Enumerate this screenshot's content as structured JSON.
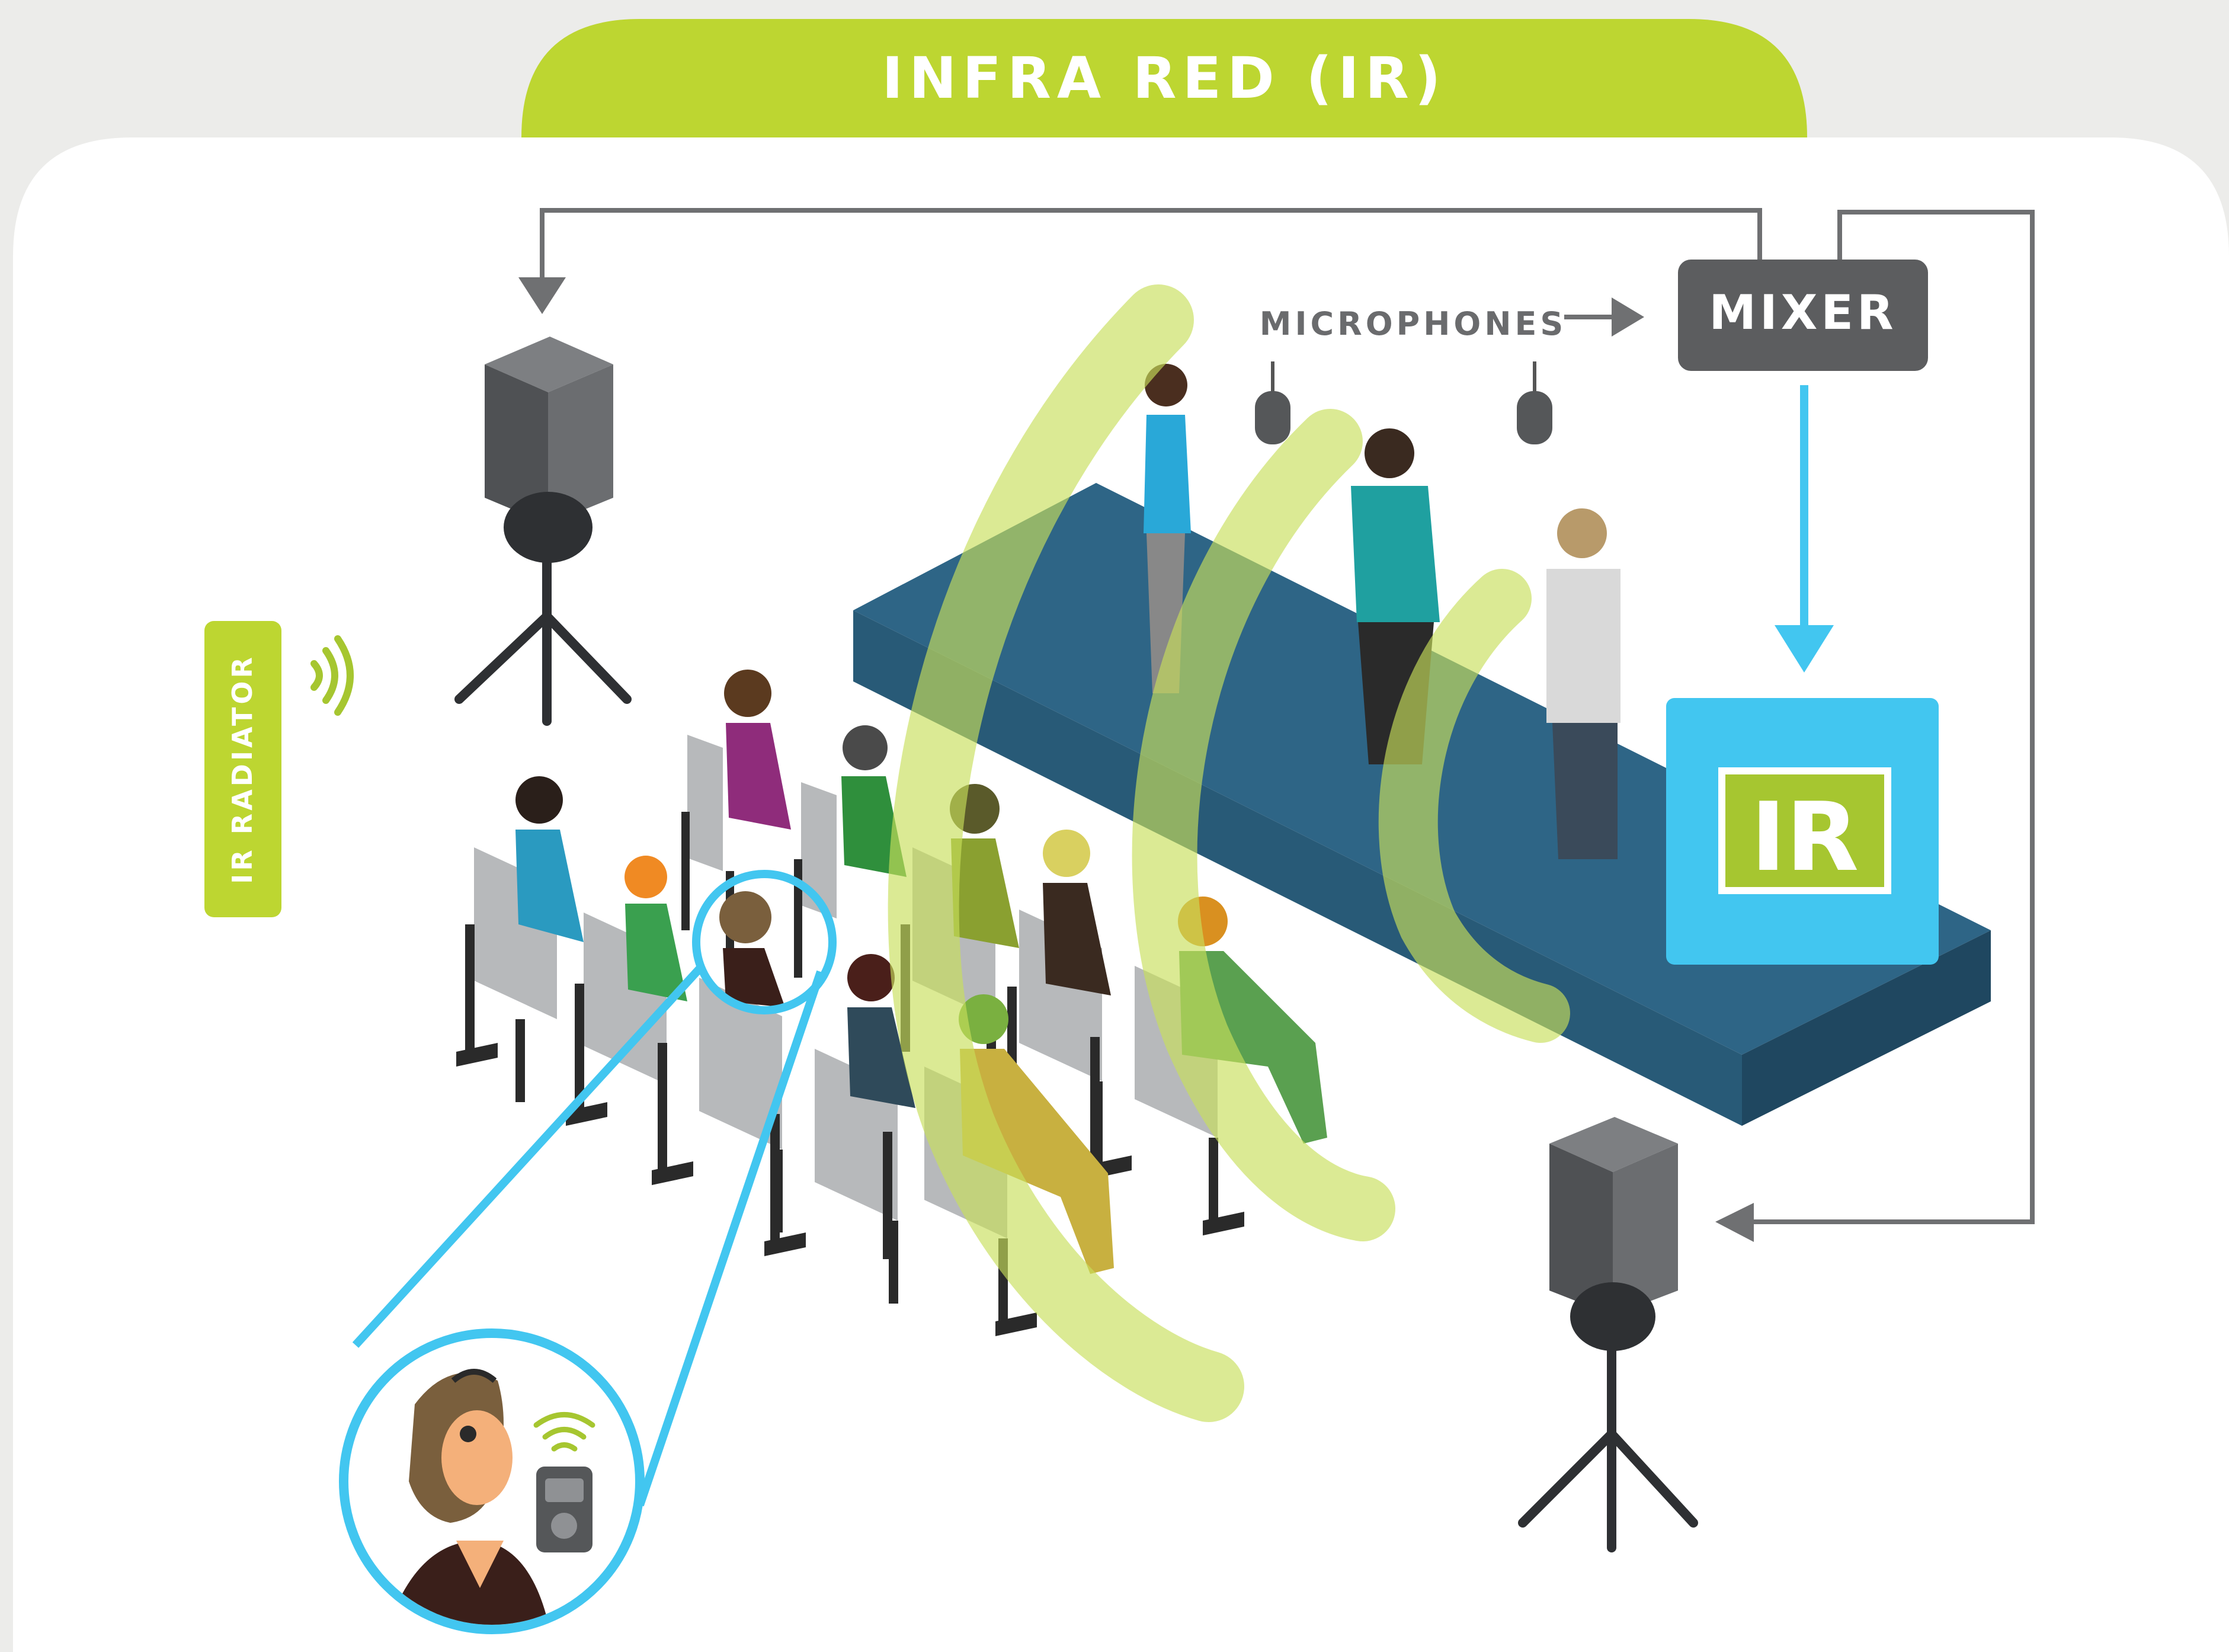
{
  "title": "INFRA RED (IR)",
  "labels": {
    "microphones": "MICROPHONES",
    "mixer": "MIXER",
    "ir_box": "IR",
    "ir_radiator": "IR RADIATOR"
  },
  "colors": {
    "green_accent": "#bdd631",
    "ir_blue": "#42c6f0",
    "stage_blue": "#2e6586",
    "mixer_gray": "#5c5d5f",
    "speaker_gray": "#56585b",
    "ir_wave": "#c8de5a",
    "seat_gray": "#b7b9bb"
  },
  "icons": [
    "speaker-icon",
    "microphone-icon",
    "mixer-box-icon",
    "ir-transmitter-icon",
    "ir-signal-icon",
    "receiver-device-icon",
    "headphones-icon"
  ]
}
